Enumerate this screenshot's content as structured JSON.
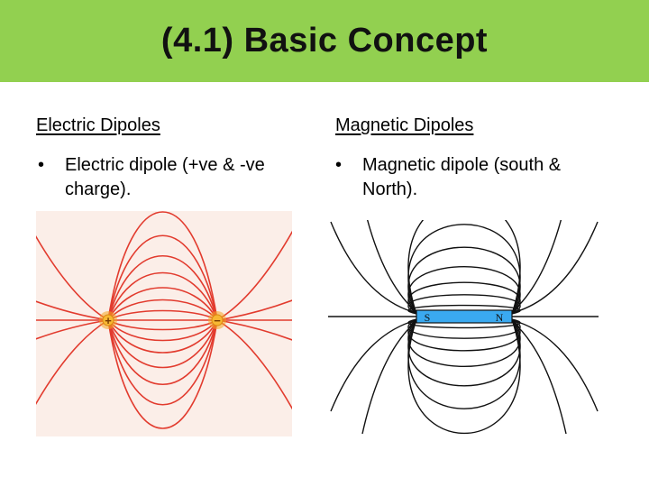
{
  "slide": {
    "title": "(4.1) Basic Concept",
    "colors": {
      "title_bar": "#92d050",
      "electric_lines": "#e23b2e",
      "charge": "#f5a623",
      "magnet_bar": "#3aa9f0"
    }
  },
  "left": {
    "heading": "Electric Dipoles",
    "bullet": "Electric dipole (+ve & -ve charge).",
    "figure": {
      "positive_symbol": "+",
      "negative_symbol": "−"
    }
  },
  "right": {
    "heading": "Magnetic Dipoles",
    "bullet": "Magnetic dipole (south & North).",
    "figure": {
      "south_label": "S",
      "north_label": "N"
    }
  }
}
